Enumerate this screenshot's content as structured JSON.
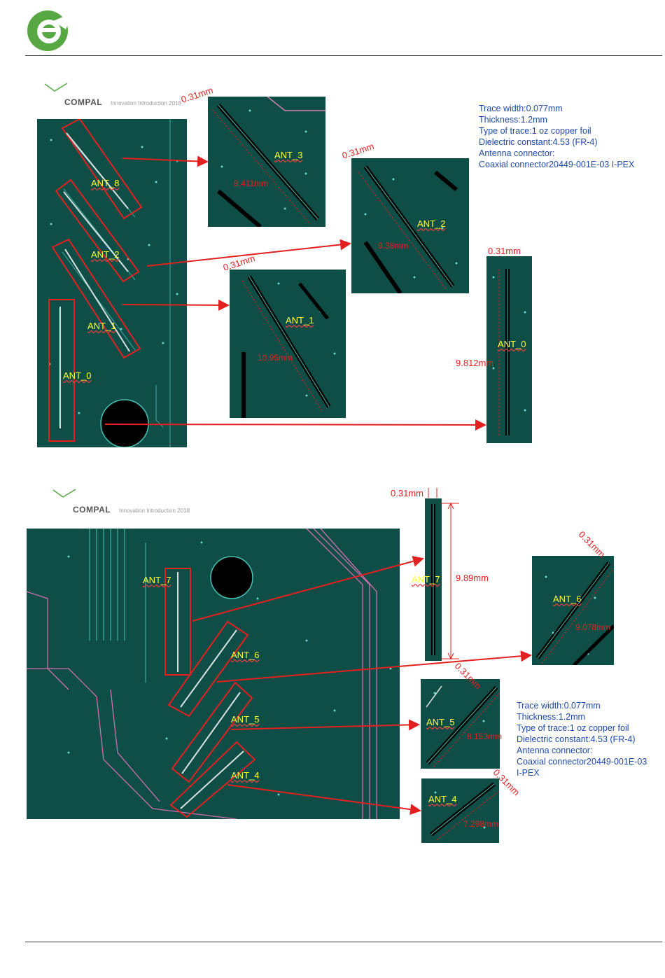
{
  "header": {
    "logo": "e-leaf-logo"
  },
  "slide1": {
    "brand": "COMPAL",
    "brand_sub": "Innovation Introduction 2018",
    "antennas": [
      "ANT_8",
      "ANT_2",
      "ANT_1",
      "ANT_0"
    ],
    "detail_labels": {
      "ant3": "ANT_3",
      "ant2": "ANT_2",
      "ant1": "ANT_1",
      "ant0": "ANT_0"
    },
    "dims": {
      "w3": "0.31mm",
      "l3": "8.411mm",
      "w2": "0.31mm",
      "l2": "9.38mm",
      "w1": "0.31mm",
      "l1": "10.95mm",
      "w0": "0.31mm",
      "l0": "9.812mm"
    },
    "specs": [
      "Trace width:0.077mm",
      "Thickness:1.2mm",
      "Type of trace:1 oz copper foil",
      "Dielectric constant:4.53 (FR-4)",
      "Antenna connector:",
      "Coaxial connector20449-001E-03 I-PEX"
    ]
  },
  "slide2": {
    "brand": "COMPAL",
    "brand_sub": "Innovation Introduction 2018",
    "antennas": [
      "ANT_7",
      "ANT_6",
      "ANT_5",
      "ANT_4"
    ],
    "detail_labels": {
      "ant7": "ANT_7",
      "ant6": "ANT_6",
      "ant5": "ANT_5",
      "ant4": "ANT_4"
    },
    "dims": {
      "w7": "0.31mm",
      "l7": "9.89mm",
      "w6": "0.31mm",
      "l6": "9.078mm",
      "w5": "0.31mm",
      "l5": "8.153mm",
      "w4": "0.31mm",
      "l4": "7.298mm"
    },
    "specs": [
      "Trace width:0.077mm",
      "Thickness:1.2mm",
      "Type of trace:1 oz copper foil",
      "Dielectric constant:4.53 (FR-4)",
      "Antenna connector:",
      "Coaxial connector20449-001E-03",
      "I-PEX"
    ]
  },
  "colors": {
    "pcb": "#0f4e46",
    "annotation": "#e32020",
    "label": "#ffff33",
    "spec_text": "#1f4aa8",
    "logo": "#57a843"
  }
}
